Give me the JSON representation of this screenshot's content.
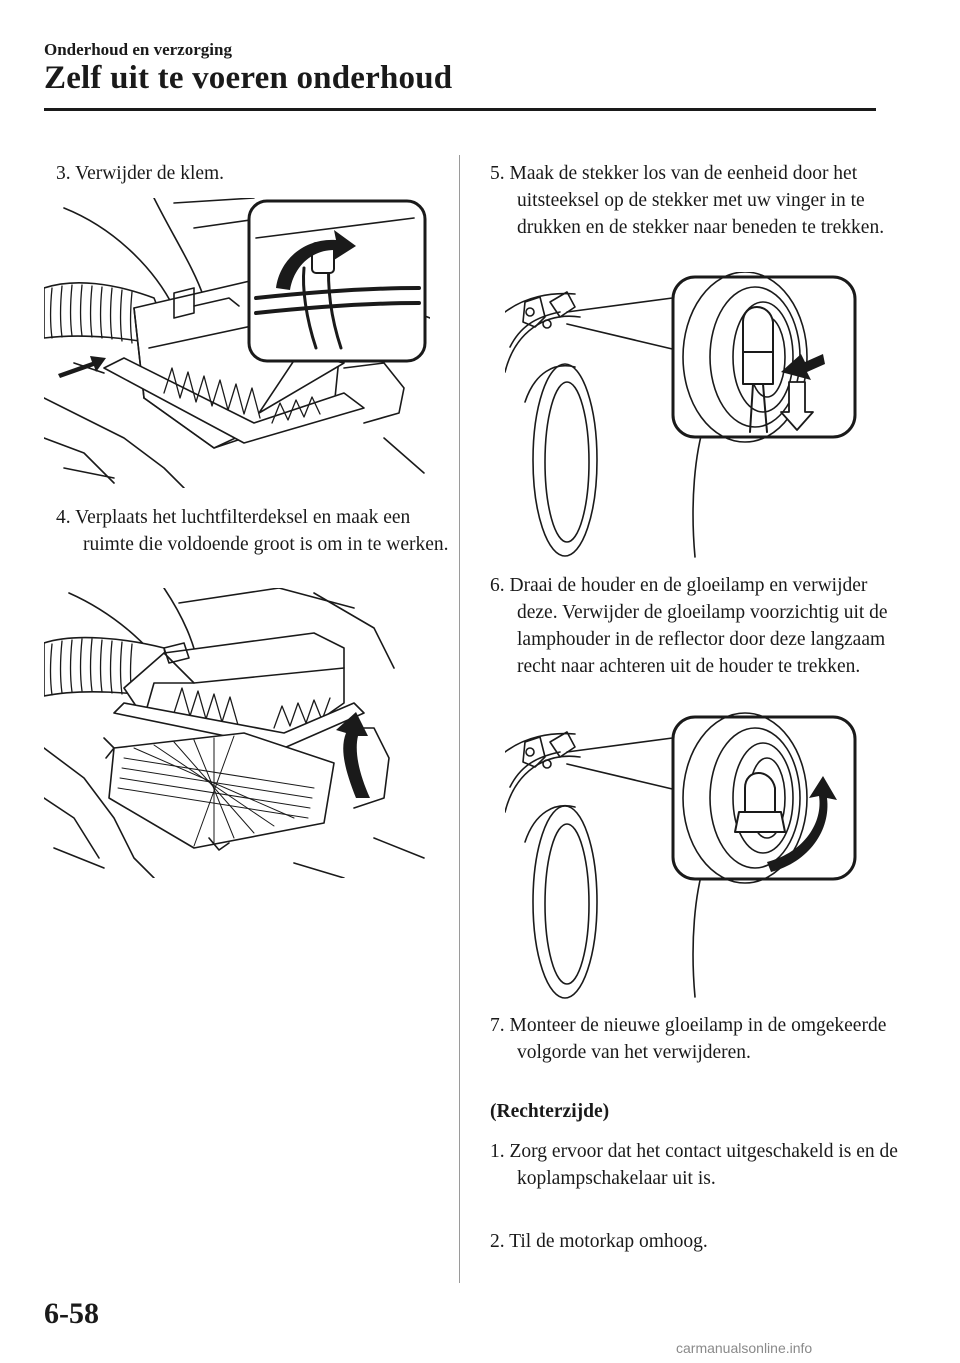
{
  "header": {
    "section": "Onderhoud en verzorging",
    "title": "Zelf uit te voeren onderhoud"
  },
  "steps_left": [
    "3. Verwijder de klem.",
    "4. Verplaats het luchtfilterdeksel en maak een ruimte die voldoende groot is om in te werken."
  ],
  "steps_right": [
    "5. Maak de stekker los van de eenheid door het uitsteeksel op de stekker met uw vinger in te drukken en de stekker naar beneden te trekken.",
    "6. Draai de houder en de gloeilamp en verwijder deze. Verwijder de gloeilamp voorzichtig uit de lamphouder in de reflector door deze langzaam recht naar achteren uit de houder te trekken.",
    "7. Monteer de nieuwe gloeilamp in de omgekeerde volgorde van het verwijderen."
  ],
  "subheading": "(Rechterzijde)",
  "steps_right_side": [
    "1. Zorg ervoor dat het contact uitgeschakeld is en de koplampschakelaar uit is.",
    "2. Til de motorkap omhoog."
  ],
  "footer": {
    "page_number": "6-58",
    "watermark": "carmanualsonline.info"
  },
  "icons": {
    "clip_release": "curved-arrow-icon",
    "push_tab": "push-arrow-icon",
    "pull_down": "down-arrow-icon",
    "rotate": "rotate-arrow-icon",
    "lift": "lift-arrow-icon"
  }
}
